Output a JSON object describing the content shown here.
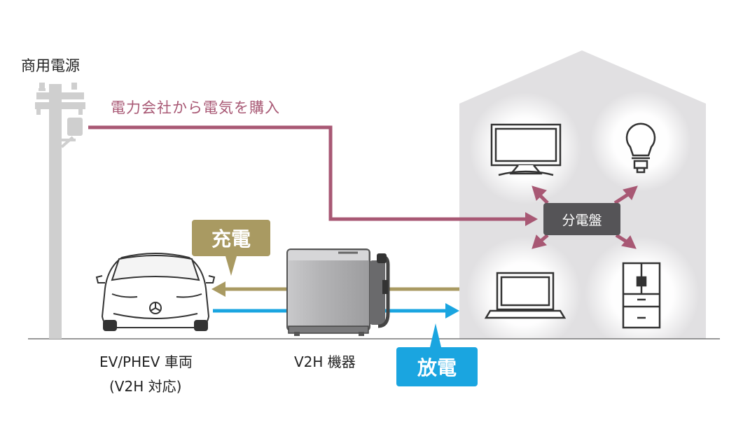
{
  "labels": {
    "commercial_power": "商用電源",
    "purchase": "電力会社から電気を購入",
    "distribution_board": "分電盤",
    "charge": "充電",
    "discharge": "放電",
    "vehicle_line1": "EV/PHEV 車両",
    "vehicle_line2": "(V2H 対応)",
    "v2h_device": "V2H 機器"
  },
  "colors": {
    "purchase_line": "#a85874",
    "charge": "#a99a62",
    "discharge": "#1aa5e0",
    "house": "#e1e0e2",
    "pole": "#cfcfcf",
    "panel": "#555457"
  },
  "icons": [
    "utility-pole-icon",
    "car-icon",
    "v2h-charger-icon",
    "house-icon",
    "tv-icon",
    "light-bulb-icon",
    "laptop-icon",
    "refrigerator-icon"
  ]
}
